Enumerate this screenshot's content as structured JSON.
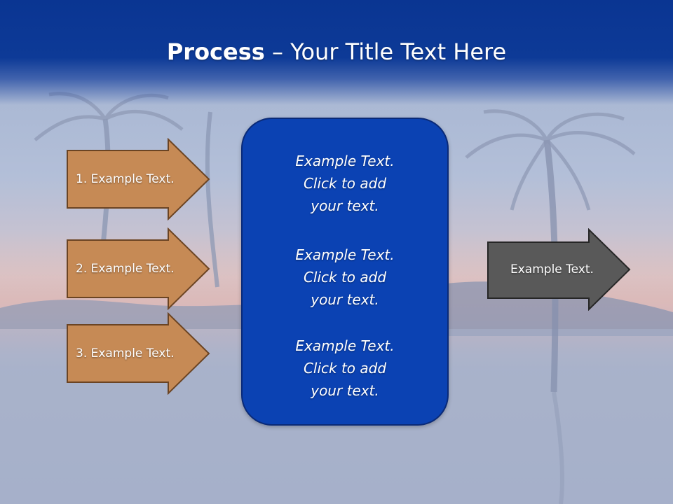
{
  "slide": {
    "title_bold": "Process",
    "title_rest": " – Your Title Text Here",
    "inputs": [
      {
        "label": "1. Example Text."
      },
      {
        "label": "2. Example Text."
      },
      {
        "label": "3. Example Text."
      }
    ],
    "center_blocks": [
      {
        "line1": "Example Text.",
        "line2": "Click  to add",
        "line3": "your text."
      },
      {
        "line1": "Example Text.",
        "line2": "Click  to add",
        "line3": "your text."
      },
      {
        "line1": "Example Text.",
        "line2": "Click  to add",
        "line3": "your text."
      }
    ],
    "output": {
      "label": "Example Text."
    }
  },
  "colors": {
    "header": "#0a3592",
    "input_arrow": "#c68a55",
    "input_arrow_border": "#6b4423",
    "center_box": "#0b42b3",
    "output_arrow": "#595959",
    "output_arrow_border": "#262626"
  }
}
